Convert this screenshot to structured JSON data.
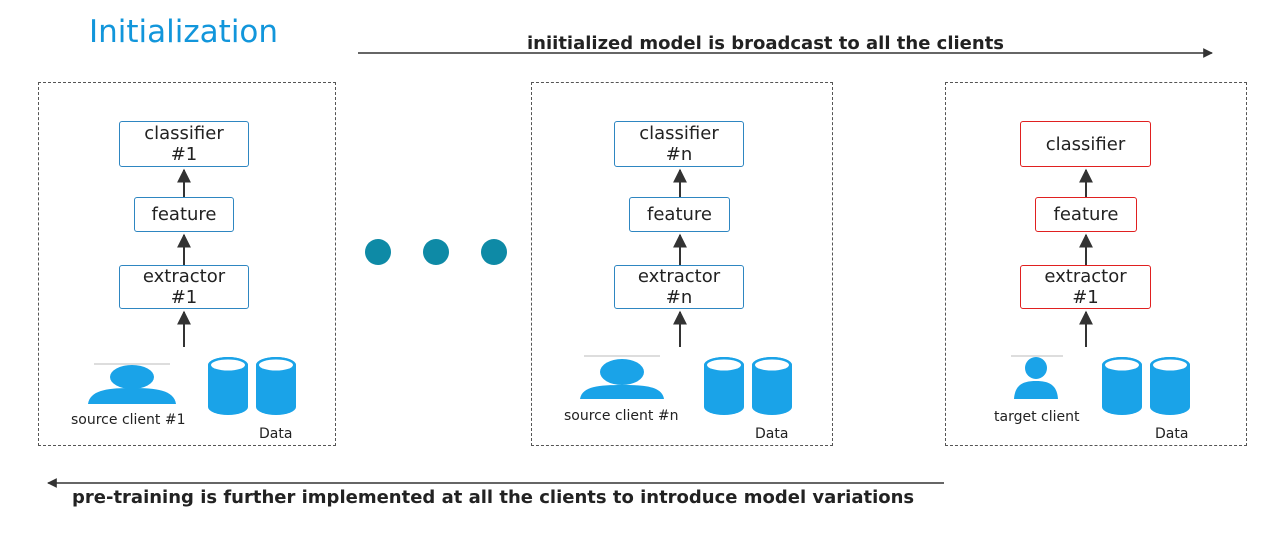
{
  "title": "Initialization",
  "top_caption": "iniitialized model is broadcast to all the clients",
  "bottom_caption": "pre-training is further implemented at all the clients to introduce model variations",
  "colors": {
    "accent": "#1296db",
    "dot": "#0e8aa6",
    "red": "#e02020",
    "line": "#333333"
  },
  "panels": [
    {
      "classifier": {
        "line1": "classifier",
        "line2": "#1"
      },
      "feature": "feature",
      "extractor": {
        "line1": "extractor",
        "line2": "#1"
      },
      "client_label": "source client #1",
      "data_label": "Data",
      "icon": "user-icon"
    },
    {
      "classifier": {
        "line1": "classifier",
        "line2": "#n"
      },
      "feature": "feature",
      "extractor": {
        "line1": "extractor",
        "line2": "#n"
      },
      "client_label": "source client #n",
      "data_label": "Data",
      "icon": "user-icon"
    },
    {
      "classifier": {
        "line1": "classifier",
        "line2": ""
      },
      "feature": "feature",
      "extractor": {
        "line1": "extractor",
        "line2": "#1"
      },
      "client_label": "target client",
      "data_label": "Data",
      "icon": "user-icon"
    }
  ]
}
